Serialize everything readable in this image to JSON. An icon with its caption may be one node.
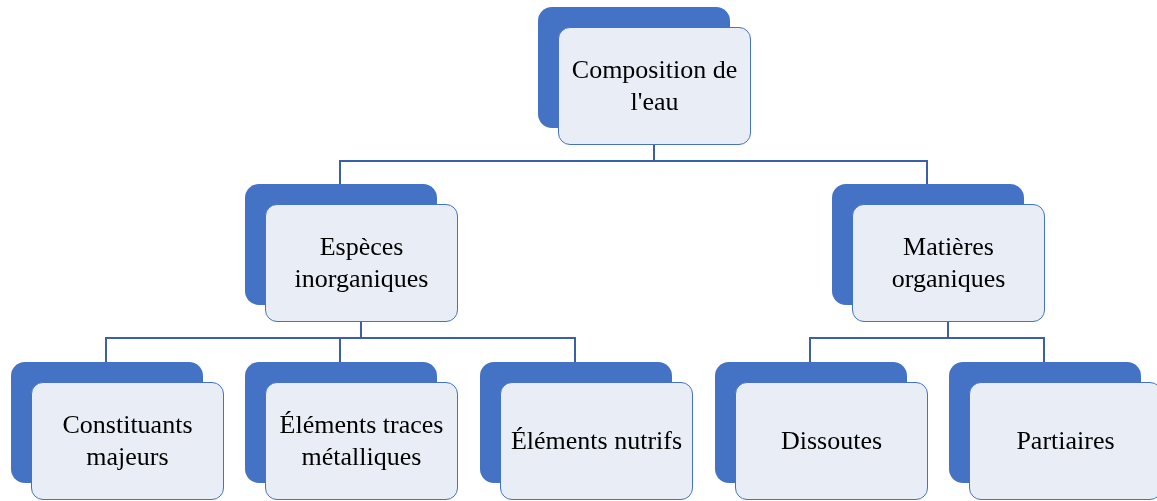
{
  "diagram": {
    "nodes": [
      {
        "text": [
          "Composition de l'eau"
        ]
      },
      {
        "text": [
          "Espèces inorganiques"
        ]
      },
      {
        "text": [
          "Matières organiques"
        ]
      },
      {
        "text": [
          "Constituants majeurs"
        ]
      },
      {
        "text": [
          "Éléments traces métalliques"
        ]
      },
      {
        "text": [
          "Éléments nutrifs"
        ]
      },
      {
        "text": [
          "Dissoutes"
        ]
      },
      {
        "text": [
          "Partiaires"
        ]
      }
    ],
    "edges": [
      {
        "from": 0,
        "to": 1,
        "arrow": "none"
      },
      {
        "from": 0,
        "to": 2,
        "arrow": "none"
      },
      {
        "from": 1,
        "to": 3,
        "arrow": "none"
      },
      {
        "from": 1,
        "to": 4,
        "arrow": "none"
      },
      {
        "from": 1,
        "to": 5,
        "arrow": "none"
      },
      {
        "from": 2,
        "to": 6,
        "arrow": "none"
      },
      {
        "from": 2,
        "to": 7,
        "arrow": "none"
      }
    ]
  }
}
